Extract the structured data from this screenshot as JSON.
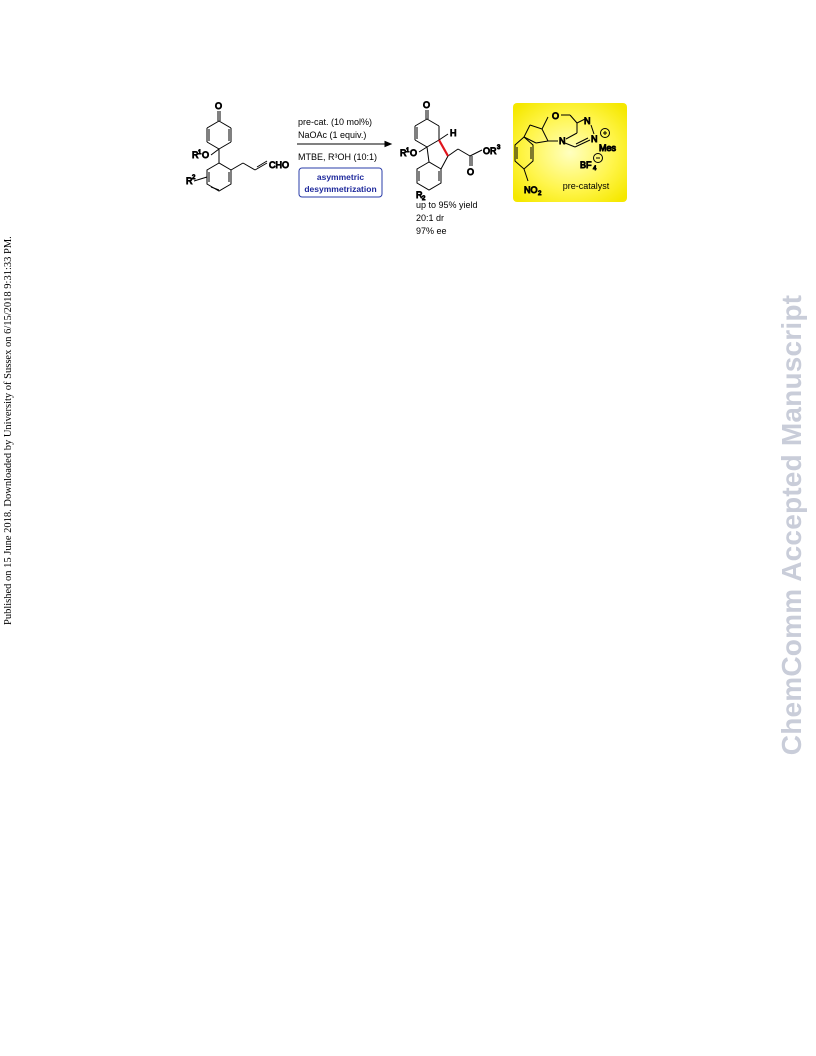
{
  "sidebar_note": "Published on 15 June 2018. Downloaded by University of Sussex on 6/15/2018 9:31:33 PM.",
  "watermark": "ChemComm Accepted Manuscript",
  "scheme": {
    "conditions": [
      "pre-cat. (10 mol%)",
      "NaOAc (1 equiv.)",
      "MTBE, R³OH (10:1)"
    ],
    "box_label": [
      "asymmetric",
      "desymmetrization"
    ],
    "results": [
      "up to 95% yield",
      "20:1 dr",
      "97% ee"
    ],
    "catalyst_label": "pre-catalyst",
    "colors": {
      "box_border": "#2a3ca8",
      "box_text": "#1f2a9c",
      "highlight": "#fff23a",
      "new_bond": "#e0141c"
    }
  }
}
